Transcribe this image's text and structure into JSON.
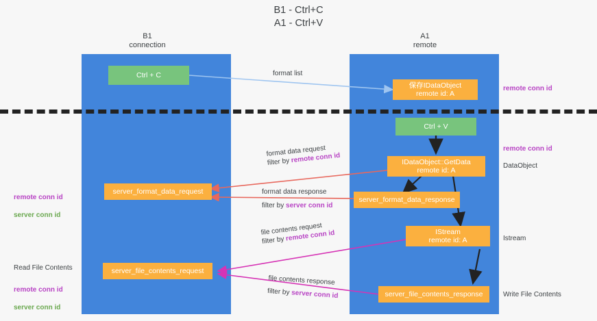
{
  "title": "B1 - Ctrl+C\nA1 - Ctrl+V",
  "colors": {
    "lane": "#4285db",
    "node_orange": "#fbb03f",
    "node_green": "#78c47d",
    "accent_purple": "#b844c4",
    "accent_green": "#6aa84f",
    "wire_blue": "#9fc5f0",
    "wire_red": "#e8685d",
    "wire_magenta": "#d633b5",
    "wire_black": "#222222",
    "text_dark": "#3c4043",
    "background": "#f7f7f7"
  },
  "columns": [
    {
      "id": "b1",
      "heading": "B1\nconnection"
    },
    {
      "id": "a1",
      "heading": "A1\nremote"
    }
  ],
  "nodes": [
    {
      "id": "ctrl-c",
      "label": "Ctrl + C",
      "color": "green"
    },
    {
      "id": "save-idataobject",
      "label": "保存IDataObject\nremote id: A",
      "color": "orange"
    },
    {
      "id": "ctrl-v",
      "label": "Ctrl + V",
      "color": "green"
    },
    {
      "id": "idataobject-getdata",
      "label": "IDataObject::GetData\nremote id: A",
      "color": "orange"
    },
    {
      "id": "server-format-data-request",
      "label": "server_format_data_request",
      "color": "orange"
    },
    {
      "id": "server-format-data-response",
      "label": "server_format_data_response",
      "color": "orange"
    },
    {
      "id": "istream",
      "label": "IStream\nremote id: A",
      "color": "orange"
    },
    {
      "id": "server-file-contents-request",
      "label": "server_file_contents_request",
      "color": "orange"
    },
    {
      "id": "server-file-contents-response",
      "label": "server_file_contents_response",
      "color": "orange"
    }
  ],
  "edge_labels": [
    {
      "id": "format-list",
      "line1": "format list",
      "line2": "",
      "highlight": ""
    },
    {
      "id": "format-data-request",
      "line1": "format data request",
      "line2": "filter by ",
      "highlight": "remote conn id"
    },
    {
      "id": "format-data-response",
      "line1": "format data response",
      "line2": "filter by ",
      "highlight": "server conn id"
    },
    {
      "id": "file-contents-request",
      "line1": "file contents request",
      "line2": "filter by ",
      "highlight": "remote conn id"
    },
    {
      "id": "file-contents-response",
      "line1": "file contents response",
      "line2": "filter by ",
      "highlight": "server conn id"
    }
  ],
  "annotations": [
    {
      "id": "right-remote-conn-id-top",
      "text": "remote conn id",
      "style": "purple"
    },
    {
      "id": "right-remote-conn-id-mid",
      "text": "remote conn id",
      "style": "purple"
    },
    {
      "id": "right-dataobject",
      "text": "DataObject",
      "style": "dark"
    },
    {
      "id": "right-istream",
      "text": "Istream",
      "style": "dark"
    },
    {
      "id": "right-write-file-contents",
      "text": "Write File Contents",
      "style": "dark"
    },
    {
      "id": "left-read-file-contents",
      "text": "Read File Contents",
      "style": "dark"
    }
  ],
  "conn_id_stacks": [
    {
      "id": "left-conn-ids-middle",
      "remote": "remote conn id",
      "server": "server conn id"
    },
    {
      "id": "left-conn-ids-bottom",
      "remote": "remote conn id",
      "server": "server conn id"
    }
  ]
}
